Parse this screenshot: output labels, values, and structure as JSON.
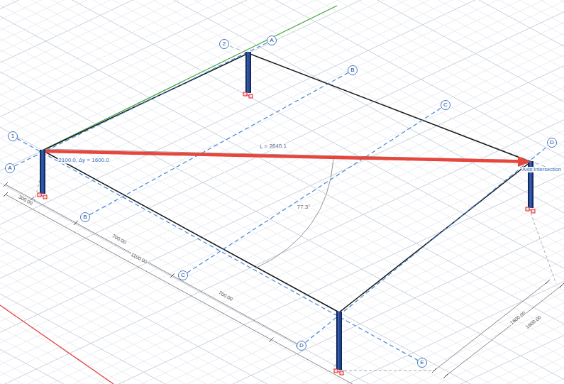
{
  "diagram": {
    "nodes": [
      {
        "text": [
          "A"
        ]
      },
      {
        "text": [
          "1"
        ]
      },
      {
        "text": [
          "2"
        ]
      },
      {
        "text": [
          "A"
        ]
      },
      {
        "text": [
          "B"
        ]
      },
      {
        "text": [
          "C"
        ]
      },
      {
        "text": [
          "D"
        ]
      },
      {
        "text": [
          "B"
        ]
      },
      {
        "text": [
          "C"
        ]
      },
      {
        "text": [
          "D"
        ]
      },
      {
        "text": [
          "E"
        ]
      }
    ],
    "edges": [
      {
        "from": 0,
        "to": 3,
        "arrow": "none"
      },
      {
        "from": 1,
        "to": 10,
        "arrow": "none"
      },
      {
        "from": 7,
        "to": 4,
        "arrow": "none"
      },
      {
        "from": 8,
        "to": 5,
        "arrow": "none"
      },
      {
        "from": 9,
        "to": 6,
        "arrow": "none"
      }
    ],
    "labels": [
      "L = 2640.1",
      "2100.0, Δy = 1600.0",
      "Axis Intersection",
      "77.3°",
      "300.00",
      "700.00",
      "1100.00",
      "700.00",
      "1600.00",
      "1600.00"
    ]
  }
}
